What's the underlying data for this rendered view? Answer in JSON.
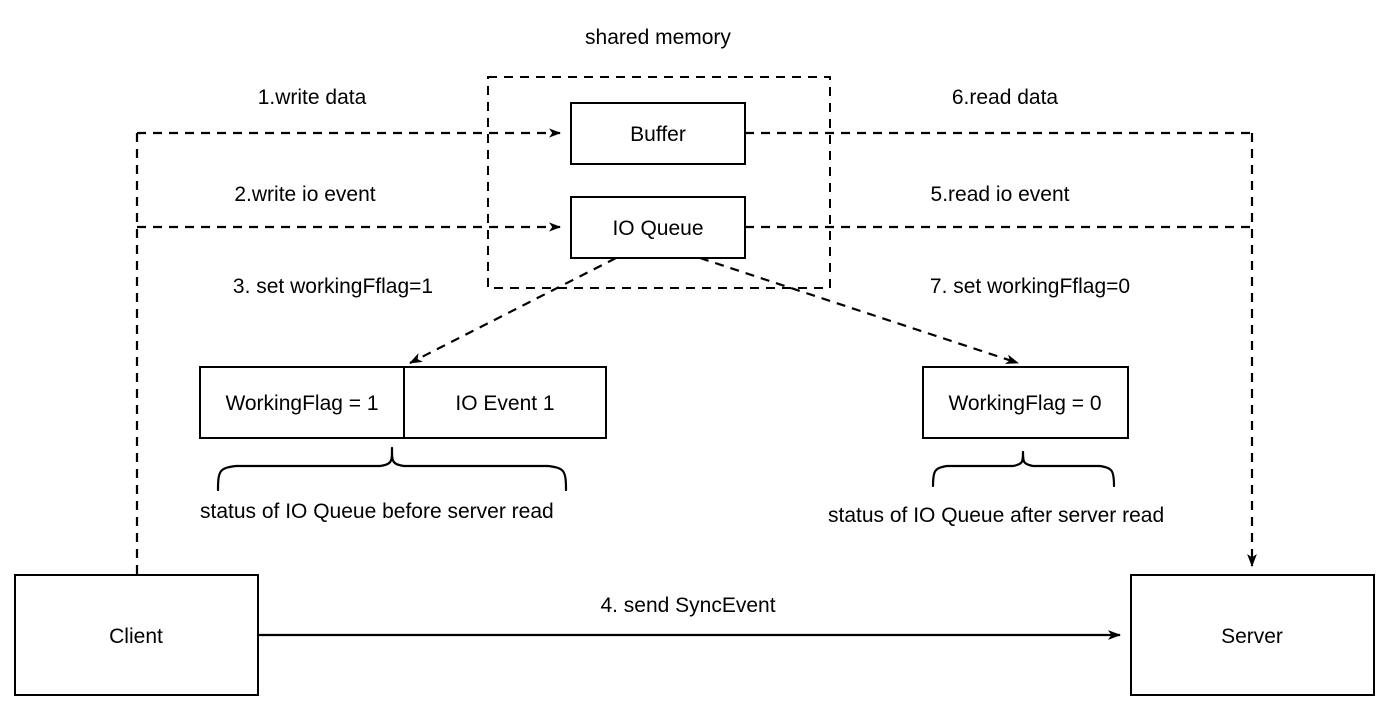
{
  "diagram": {
    "title": "shared memory",
    "nodes": {
      "buffer": "Buffer",
      "io_queue": "IO Queue",
      "client": "Client",
      "server": "Server",
      "working_flag_1": "WorkingFlag = 1",
      "io_event_1": "IO Event 1",
      "working_flag_0": "WorkingFlag = 0"
    },
    "steps": {
      "step1": "1.write data",
      "step2": "2.write io event",
      "step3": "3. set workingFflag=1",
      "step4": "4. send SyncEvent",
      "step5": "5.read io event",
      "step6": "6.read data",
      "step7": "7. set workingFflag=0"
    },
    "captions": {
      "before": "status of IO Queue before server read",
      "after": "status of IO Queue after server read"
    },
    "colors": {
      "stroke": "#000000",
      "fill": "#ffffff"
    }
  }
}
